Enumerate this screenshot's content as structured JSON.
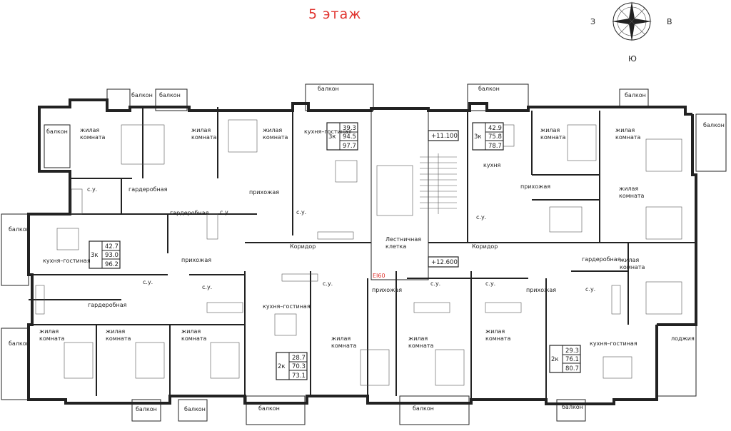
{
  "title": "5 этаж",
  "compass": {
    "west": "З",
    "east": "В",
    "south": "Ю"
  },
  "levels": {
    "upper": "+11.100",
    "lower": "+12.600"
  },
  "fire_door": "EI60",
  "rooms": {
    "living": "жилая\nкомната",
    "kitchen_living": "кухня–гостиная",
    "hallway": "прихожая",
    "bathroom": "с.у.",
    "wardrobe": "гардеробная",
    "balcony": "балкон",
    "loggia": "лоджия",
    "corridor": "Коридор",
    "stairs": "Лестничная\nклетка",
    "kitchen": "кухня"
  },
  "apartments": [
    {
      "id": "apt-1",
      "rooms": "3к",
      "a1": "39.3",
      "a2": "94.5",
      "a3": "97.7"
    },
    {
      "id": "apt-2",
      "rooms": "3к",
      "a1": "42.9",
      "a2": "75.8",
      "a3": "78.7"
    },
    {
      "id": "apt-3",
      "rooms": "3к",
      "a1": "42.7",
      "a2": "93.0",
      "a3": "96.2"
    },
    {
      "id": "apt-4",
      "rooms": "2к",
      "a1": "28.7",
      "a2": "70.3",
      "a3": "73.1"
    },
    {
      "id": "apt-5",
      "rooms": "2к",
      "a1": "29.3",
      "a2": "76.1",
      "a3": "80.7"
    }
  ]
}
